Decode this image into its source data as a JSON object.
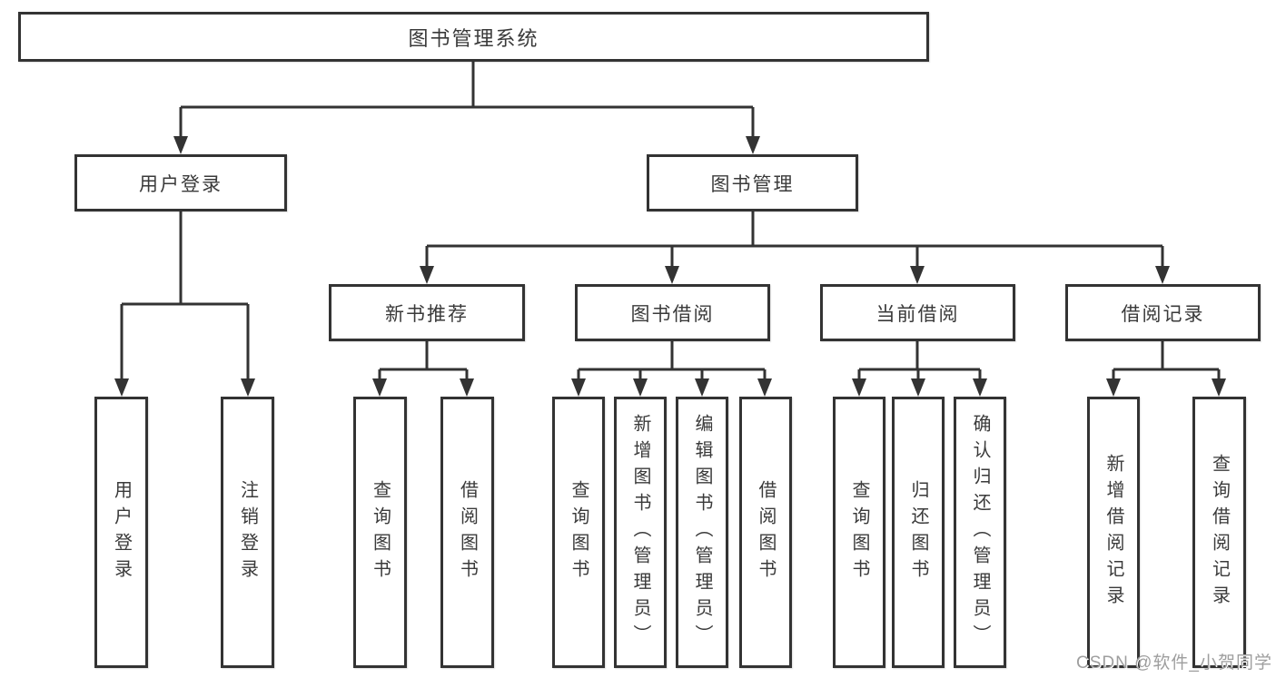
{
  "diagram": {
    "type": "hierarchy-tree",
    "colors": {
      "line": "#333333",
      "text": "#3a3a3a",
      "background": "#ffffff",
      "watermark": "#9e9e9e"
    }
  },
  "tree": {
    "label": "图书管理系统",
    "children": [
      {
        "label": "用户登录",
        "children": [
          {
            "label": "用户登录"
          },
          {
            "label": "注销登录"
          }
        ]
      },
      {
        "label": "图书管理",
        "children": [
          {
            "label": "新书推荐",
            "children": [
              {
                "label": "查询图书"
              },
              {
                "label": "借阅图书"
              }
            ]
          },
          {
            "label": "图书借阅",
            "children": [
              {
                "label": "查询图书"
              },
              {
                "label": "新增图书（管理员）"
              },
              {
                "label": "编辑图书（管理员）"
              },
              {
                "label": "借阅图书"
              }
            ]
          },
          {
            "label": "当前借阅",
            "children": [
              {
                "label": "查询图书"
              },
              {
                "label": "归还图书"
              },
              {
                "label": "确认归还（管理员）"
              }
            ]
          },
          {
            "label": "借阅记录",
            "children": [
              {
                "label": "新增借阅记录"
              },
              {
                "label": "查询借阅记录"
              }
            ]
          }
        ]
      }
    ]
  },
  "watermark": {
    "text": "CSDN @软件_小贺同学"
  }
}
